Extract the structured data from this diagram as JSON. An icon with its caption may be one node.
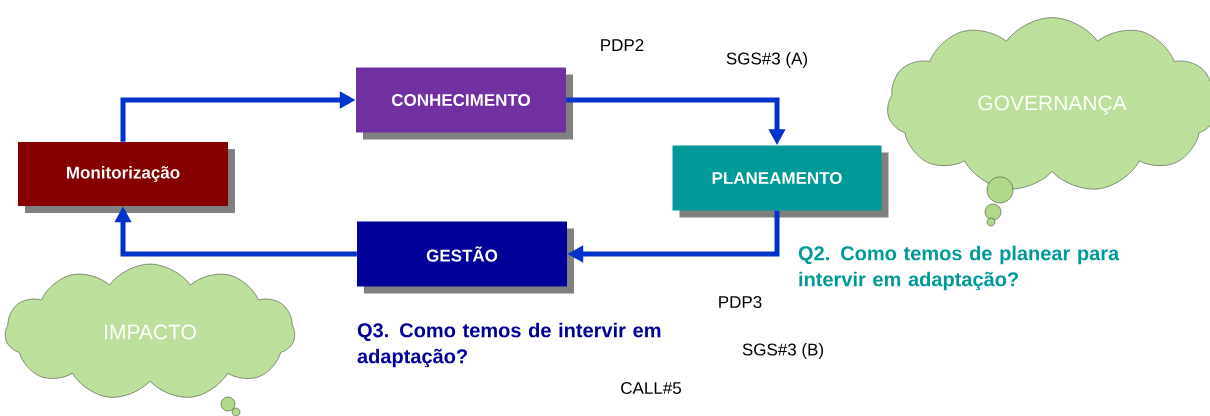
{
  "diagram": {
    "nodes": [
      {
        "text": [
          "Monitorização"
        ]
      },
      {
        "text": [
          "CONHECIMENTO"
        ]
      },
      {
        "text": [
          "PLANEAMENTO"
        ]
      },
      {
        "text": [
          "GESTÃO"
        ]
      },
      {
        "text": [
          "GOVERNANÇA"
        ]
      },
      {
        "text": [
          "IMPACTO"
        ]
      }
    ],
    "edges": [
      {
        "from": 0,
        "to": 1,
        "arrow": "to"
      },
      {
        "from": 1,
        "to": 2,
        "arrow": "to"
      },
      {
        "from": 2,
        "to": 3,
        "arrow": "to"
      },
      {
        "from": 3,
        "to": 0,
        "arrow": "to"
      }
    ],
    "labels": [
      "PDP2",
      "SGS#3 (A)",
      "Q2. Como temos de planear para intervir em adaptação?",
      "PDP3",
      "Q3. Como temos de intervir em adaptação?",
      "SGS#3 (B)",
      "CALL#5"
    ]
  }
}
